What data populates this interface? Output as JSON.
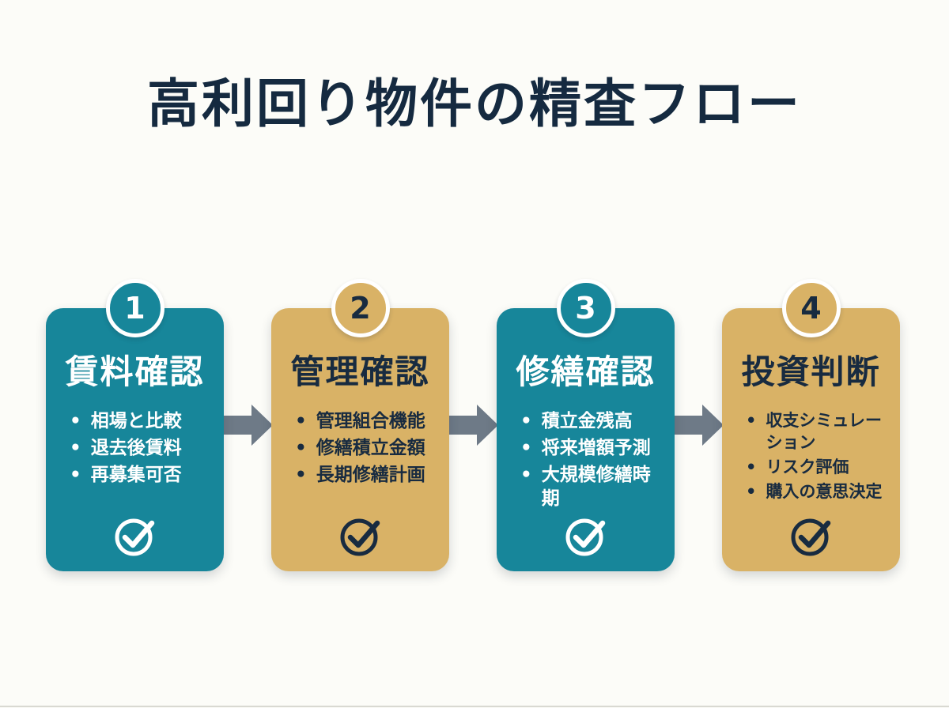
{
  "header": {
    "title": "高利回り物件の精査フロー"
  },
  "colors": {
    "teal": "#17869a",
    "gold": "#d9b266",
    "navy": "#152a40",
    "arrow_gray": "#6e7a87",
    "background": "#fcfcf8",
    "ring_white": "#ffffff"
  },
  "steps": [
    {
      "number": "1",
      "title": "賃料確認",
      "theme": "teal",
      "items": [
        "相場と比較",
        "退去後賃料",
        "再募集可否"
      ]
    },
    {
      "number": "2",
      "title": "管理確認",
      "theme": "gold",
      "items": [
        "管理組合機能",
        "修繕積立金額",
        "長期修繕計画"
      ]
    },
    {
      "number": "3",
      "title": "修繕確認",
      "theme": "teal",
      "items": [
        "積立金残高",
        "将来増額予測",
        "大規模修繕時期"
      ]
    },
    {
      "number": "4",
      "title": "投資判断",
      "theme": "gold",
      "items": [
        "収支シミュレーション",
        "リスク評価",
        "購入の意思決定"
      ]
    }
  ],
  "bullet_glyph": "•",
  "icons": {
    "check": "check-circle-icon",
    "arrow": "arrow-right-icon"
  }
}
